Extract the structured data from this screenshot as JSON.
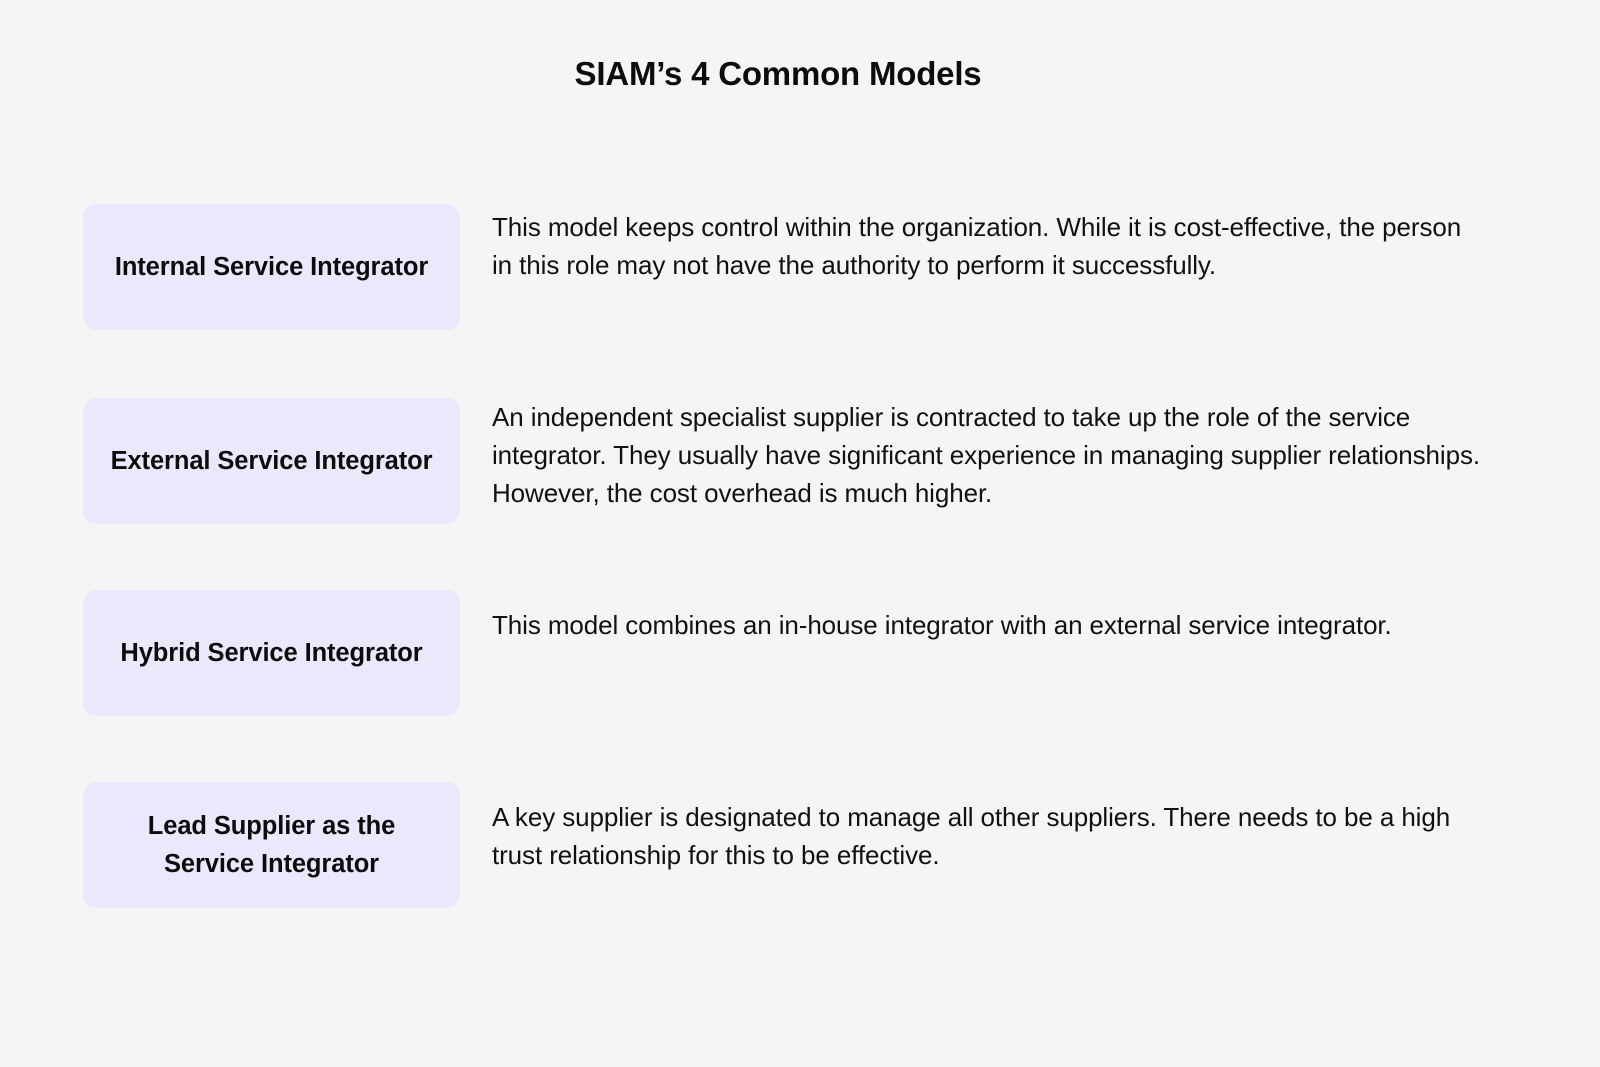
{
  "title": "SIAM’s 4 Common Models",
  "colors": {
    "page_background": "#f5f5f6",
    "label_box_background": "#ece8fc",
    "text": "#111111"
  },
  "models": [
    {
      "label": "Internal Service Integrator",
      "description": "This model keeps control within the organization. While it is cost-effective, the person in this role may not have the authority to perform it successfully."
    },
    {
      "label": "External Service Integrator",
      "description": "An independent specialist supplier is contracted to take up the role of the service integrator. They usually have significant experience in managing supplier relationships. However, the cost overhead is much higher."
    },
    {
      "label": "Hybrid Service Integrator",
      "description": "This model combines an in-house integrator with an external service integrator."
    },
    {
      "label": "Lead Supplier as the Service Integrator",
      "description": "A key supplier is designated to manage all other suppliers. There needs to be a high trust relationship for this to be effective."
    }
  ]
}
